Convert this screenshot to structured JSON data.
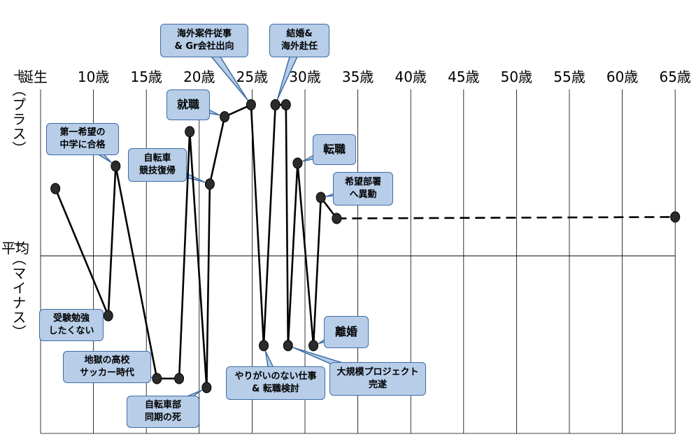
{
  "chart_data": {
    "type": "line",
    "axis_labels": {
      "plus": "＋（プラス）",
      "average": "平均",
      "minus": "－（マイナス）"
    },
    "x_ticks": [
      "誕生",
      "10歳",
      "15歳",
      "20歳",
      "25歳",
      "30歳",
      "35歳",
      "40歳",
      "45歳",
      "50歳",
      "55歳",
      "60歳",
      "65歳"
    ],
    "tick_ages": [
      5,
      10,
      15,
      20,
      25,
      30,
      35,
      40,
      45,
      50,
      55,
      60,
      65
    ],
    "xlim": [
      5,
      65
    ],
    "ylim": [
      -100,
      100
    ],
    "series": [
      {
        "style": "solid",
        "color": "#000000",
        "points": [
          {
            "x": 6.4,
            "y": 45
          },
          {
            "x": 11.4,
            "y": -40
          },
          {
            "x": 12.1,
            "y": 60
          },
          {
            "x": 16.0,
            "y": -82
          },
          {
            "x": 18.1,
            "y": -82
          },
          {
            "x": 19.1,
            "y": 83
          },
          {
            "x": 20.7,
            "y": -88
          },
          {
            "x": 21.0,
            "y": 48
          },
          {
            "x": 22.4,
            "y": 93
          },
          {
            "x": 24.9,
            "y": 101
          },
          {
            "x": 26.1,
            "y": -60
          },
          {
            "x": 27.2,
            "y": 101
          },
          {
            "x": 28.2,
            "y": 101
          },
          {
            "x": 28.4,
            "y": -60
          },
          {
            "x": 29.3,
            "y": 62
          },
          {
            "x": 30.8,
            "y": -60
          },
          {
            "x": 31.5,
            "y": 39
          },
          {
            "x": 33.0,
            "y": 25
          }
        ]
      },
      {
        "style": "dashed",
        "color": "#000000",
        "points": [
          {
            "x": 33.0,
            "y": 25
          },
          {
            "x": 65.0,
            "y": 26
          }
        ]
      }
    ],
    "annotations": [
      {
        "text": "第一希望の\n中学に合格",
        "x": 12.1,
        "y": 60
      },
      {
        "text": "受験勉強\nしたくない",
        "x": 11.4,
        "y": -40
      },
      {
        "text": "地獄の高校\nサッカー時代",
        "x": 16.0,
        "y": -82
      },
      {
        "text": "自転車\n競技復帰",
        "x": 21.0,
        "y": 48
      },
      {
        "text": "自転車部\n同期の死",
        "x": 20.7,
        "y": -88
      },
      {
        "text": "就職",
        "x": 22.4,
        "y": 93
      },
      {
        "text": "海外案件従事\n& Gr会社出向",
        "x": 24.9,
        "y": 101
      },
      {
        "text": "結婚&\n海外赴任",
        "x": 27.2,
        "y": 101
      },
      {
        "text": "やりがいのない仕事\n& 転職検討",
        "x": 26.1,
        "y": -60
      },
      {
        "text": "転職",
        "x": 29.3,
        "y": 62
      },
      {
        "text": "大規模プロジェクト\n完遂",
        "x": 28.4,
        "y": -60
      },
      {
        "text": "離婚",
        "x": 30.8,
        "y": -60
      },
      {
        "text": "希望部署\nへ異動",
        "x": 31.5,
        "y": 39
      }
    ]
  }
}
